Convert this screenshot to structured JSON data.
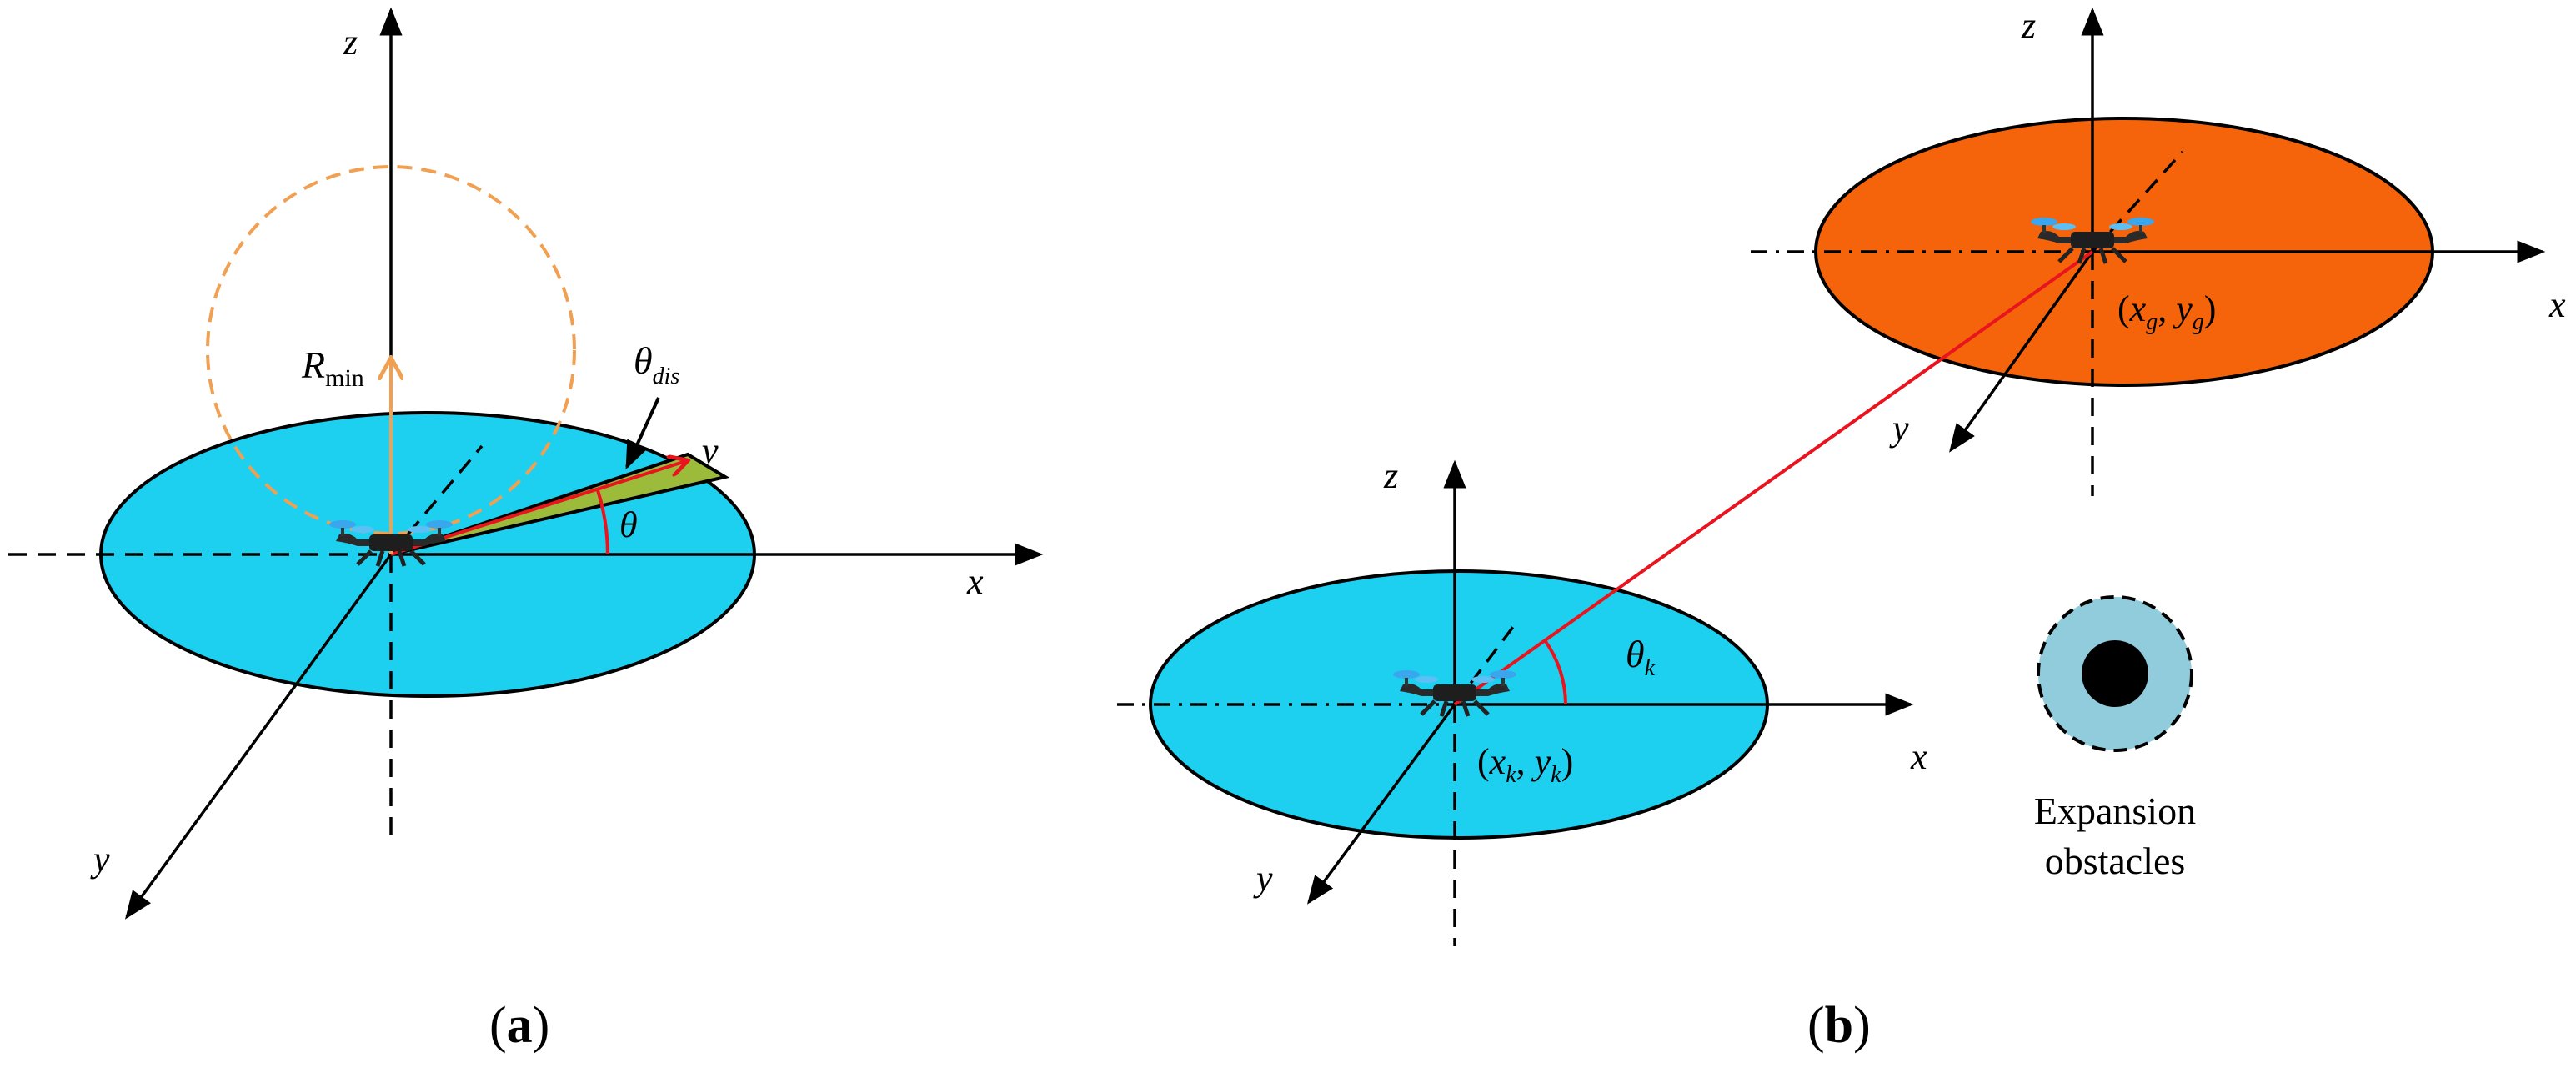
{
  "panel_a": {
    "label_open": "(",
    "label_letter": "a",
    "label_close": ")",
    "axis_z": "z",
    "axis_x": "x",
    "axis_y": "y",
    "r_min_main": "R",
    "r_min_sub": "min",
    "theta": "θ",
    "theta_dis_main": "θ",
    "theta_dis_sub": "dis",
    "velocity": "v"
  },
  "panel_b": {
    "label_open": "(",
    "label_letter": "b",
    "label_close": ")",
    "start": {
      "axis_z": "z",
      "axis_x": "x",
      "axis_y": "y",
      "coord_open": "(",
      "coord_x": "x",
      "coord_x_sub": "k",
      "coord_sep": ", ",
      "coord_y": "y",
      "coord_y_sub": "k",
      "coord_close": ")",
      "theta": "θ",
      "theta_sub": "k"
    },
    "goal": {
      "axis_z": "z",
      "axis_x": "x",
      "axis_y": "y",
      "coord_open": "(",
      "coord_x": "x",
      "coord_x_sub": "g",
      "coord_sep": ", ",
      "coord_y": "y",
      "coord_y_sub": "g",
      "coord_close": ")"
    },
    "legend": {
      "line1": "Expansion",
      "line2": "obstacles"
    }
  },
  "colors": {
    "cyan": "#1ED0F0",
    "orange": "#F5640A",
    "red": "#E8141E",
    "circle_orange": "#F0A050",
    "sector_green": "#9DBB3A",
    "obstacle_ring": "#90CCDC"
  }
}
